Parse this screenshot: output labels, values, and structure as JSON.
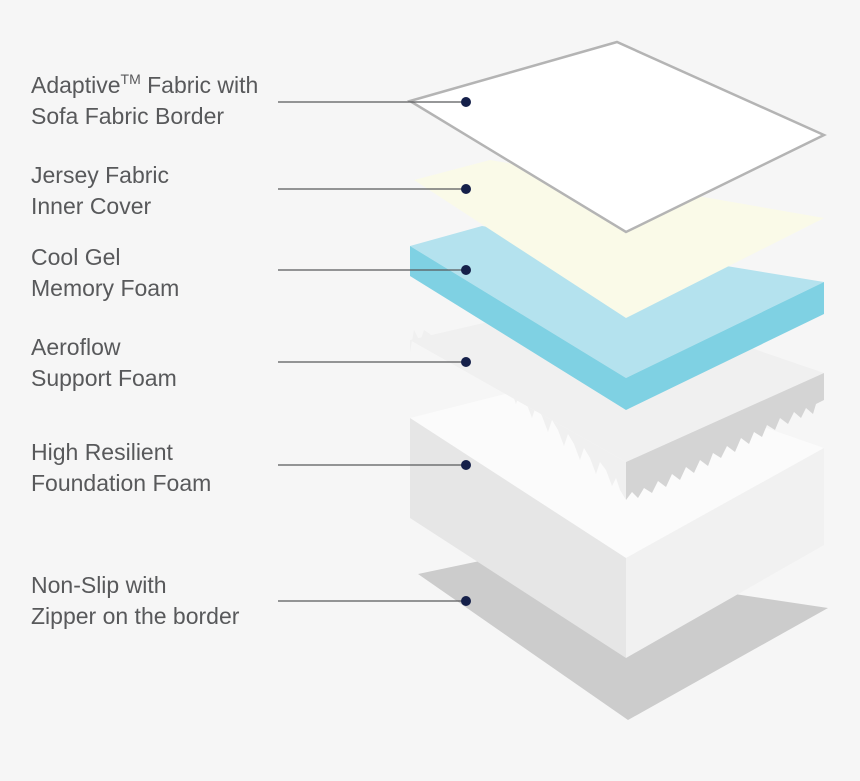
{
  "layers": [
    {
      "line1_main": "Adaptive",
      "line1_mark": "TM",
      "line1_rest": " Fabric with",
      "line2": "Sofa Fabric Border"
    },
    {
      "line1": "Jersey Fabric",
      "line2": "Inner Cover"
    },
    {
      "line1": "Cool Gel",
      "line2": "Memory Foam"
    },
    {
      "line1": "Aeroflow",
      "line2": "Support Foam"
    },
    {
      "line1": "High Resilient",
      "line2": "Foundation Foam"
    },
    {
      "line1": "Non-Slip with",
      "line2": "Zipper on the border"
    }
  ],
  "colors": {
    "background": "#f6f6f6",
    "label_text": "#58595b",
    "marker_dot": "#15204a",
    "leader_line": "#58595b",
    "fabric_cover": "#ffffff",
    "jersey": "#fafae8",
    "gel_top": "#b4e2ee",
    "gel_side": "#7fd1e3",
    "support_top": "#f0f0f0",
    "support_side": "#d4d4d4",
    "foundation_top": "#fbfbfb",
    "foundation_side_left": "#e6e6e6",
    "foundation_side_right": "#f1f1f1",
    "non_slip": "#cccccc"
  }
}
